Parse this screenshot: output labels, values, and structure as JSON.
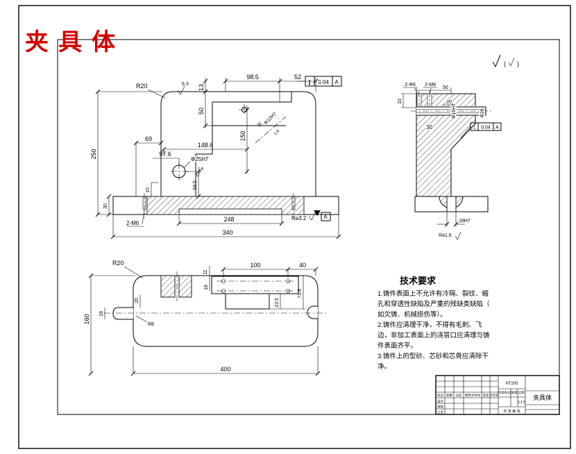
{
  "page": {
    "title": "夹具体",
    "roughness_note": {
      "open": "(",
      "close": ")"
    }
  },
  "front_view": {
    "r20": "R20",
    "fin_top": "6.3",
    "d98_5": "98.5",
    "d52": "52",
    "fcf_par": {
      "sym": "∥",
      "tol": "0.04",
      "datum": "A"
    },
    "d13": "13",
    "d50": "50",
    "d69": "69",
    "d250": "250",
    "d97_6": "97.6",
    "d148_6": "148.6",
    "d150": "150",
    "hole": "Φ25H7",
    "fin_hole": "1.6",
    "d59_5": "59.5",
    "d10": "10",
    "d30": "30",
    "m6": "2-M6",
    "d248": "248",
    "d340": "340",
    "ra": "Ra3.2",
    "datum": "A",
    "slant_hole": "Φ12H7",
    "slant_fin": "1.6"
  },
  "side_view": {
    "holes_a": "2-Φ6",
    "holes_b": "2-M8",
    "d50": "50",
    "d10": "10",
    "d20": "20",
    "d30": "30",
    "bush": "Φ16H7",
    "bush_od": "Φ28",
    "fcf_perp": {
      "sym": "⊥",
      "tol": "0.04",
      "datum": "A"
    },
    "slot": "18H7",
    "slot_fin": "Ra1.6"
  },
  "bottom_view": {
    "r20": "R20",
    "d160": "160",
    "d20": "20",
    "d18_tab": "18",
    "r8": "R8",
    "d11": "11",
    "d100": "100",
    "d40": "40",
    "d18": "18",
    "d23_5": "23.5",
    "d73_5": "73.5",
    "d400": "400"
  },
  "tech": {
    "title": "技术要求",
    "lines": [
      "1.铸件表面上不允许有冷隔、裂纹、缩",
      "孔和穿透性缺陷及严重的残缺类缺陷（",
      "如欠铸、机械损伤等）。",
      "2.铸件应清理干净，不得有毛刺、飞",
      "边，非加工表面上的浇冒口应清理与铸",
      "件表面齐平。",
      "3.铸件上的型砂、芯砂和芯骨应清除干",
      "净。"
    ]
  },
  "title_block": {
    "material": "HT200",
    "part_name": "夹具体",
    "scale": "1:1.5",
    "headers": [
      "标记",
      "处数",
      "分区",
      "更改文件号",
      "签名",
      "年月日"
    ],
    "row_design": "设计",
    "row_check": "审核",
    "row_process": "工艺",
    "stage": "阶段标记",
    "weight": "质量",
    "scale_label": "比例",
    "sheets": "共 张 第 张"
  }
}
